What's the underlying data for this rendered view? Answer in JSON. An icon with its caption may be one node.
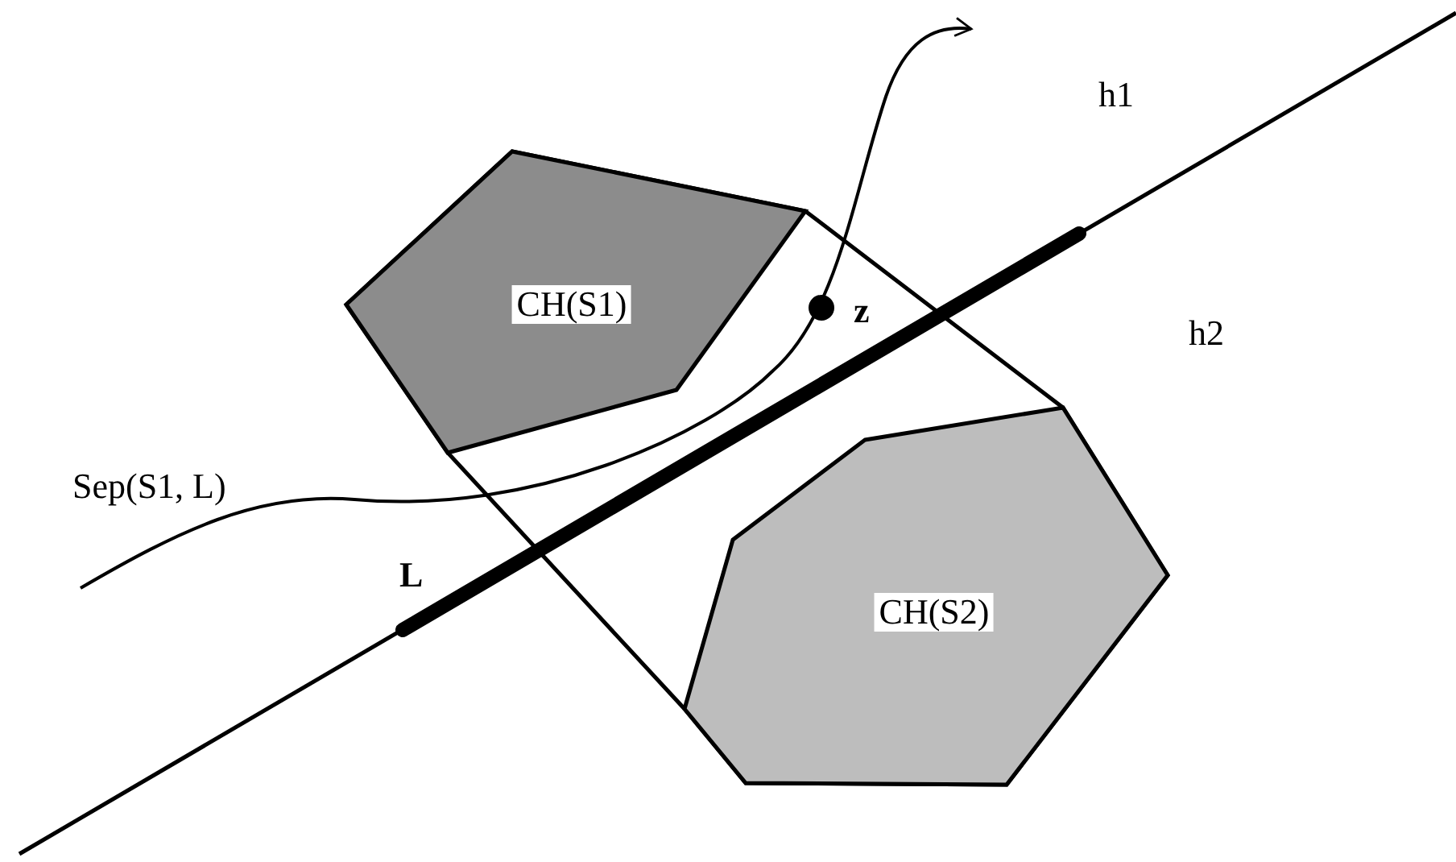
{
  "diagram": {
    "nodes": [
      {
        "text": [],
        "shape": "polygon"
      },
      {
        "text": [
          "CH(S1)"
        ],
        "in": 0
      },
      {
        "text": [
          "CH(S2)"
        ],
        "in": 0
      }
    ],
    "labels": [
      "h1",
      "z",
      "h2",
      "Sep(S1, L)",
      "L"
    ]
  }
}
